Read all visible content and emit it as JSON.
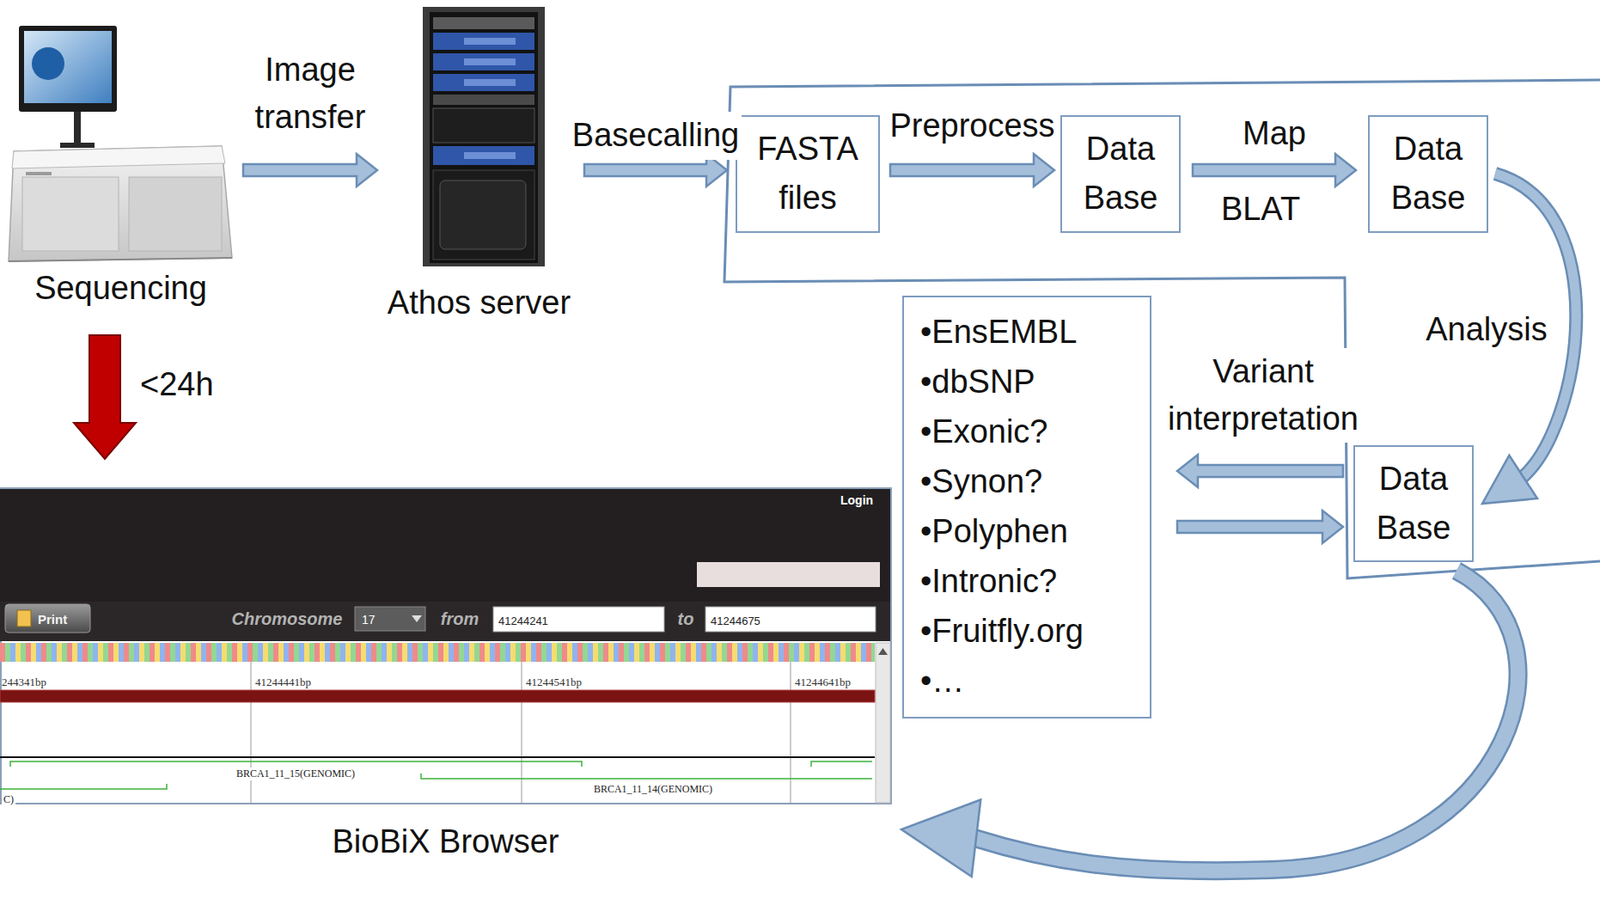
{
  "diagram": {
    "nodes": [
      {
        "text": [
          "Sequencing"
        ]
      },
      {
        "text": [
          "Athos server"
        ]
      },
      {
        "text": [
          "FASTA files"
        ]
      },
      {
        "text": [
          "Data Base"
        ]
      },
      {
        "text": [
          "Data Base"
        ]
      },
      {
        "text": [
          "Data Base"
        ]
      },
      {
        "text": [
          "•EnsEMBL",
          "•dbSNP",
          "•Exonic?",
          "•Synon?",
          "•Polyphen",
          "•Intronic?",
          "•Fruitfly.org",
          "•…"
        ]
      },
      {
        "text": [
          "BioBiX Browser"
        ]
      }
    ],
    "edges": [
      {
        "from": 0,
        "to": 1,
        "label": "Image transfer",
        "arrow": "to"
      },
      {
        "from": 1,
        "to": 2,
        "label": "Basecalling",
        "arrow": "to"
      },
      {
        "from": 2,
        "to": 3,
        "label": "Preprocess",
        "arrow": "to"
      },
      {
        "from": 3,
        "to": 4,
        "label": "Map",
        "arrow": "to"
      },
      {
        "from": 4,
        "to": 5,
        "label": "Analysis",
        "arrow": "to"
      },
      {
        "from": 5,
        "to": 6,
        "label": "Variant interpretation",
        "arrow": "to"
      },
      {
        "from": 6,
        "to": 5,
        "arrow": "to"
      },
      {
        "from": 0,
        "to": 7,
        "label": "<24h",
        "arrow": "to"
      },
      {
        "from": 5,
        "to": 7,
        "arrow": "to"
      }
    ],
    "labels": [
      "BLAT",
      "Login",
      "Print",
      "Chromosome",
      "17",
      "from",
      "41244241",
      "to",
      "41244675",
      "244341bp",
      "41244441bp",
      "41244541bp",
      "41244641bp",
      "BRCA1_11_15(GENOMIC)",
      "BRCA1_11_14(GENOMIC)",
      "C)"
    ]
  }
}
